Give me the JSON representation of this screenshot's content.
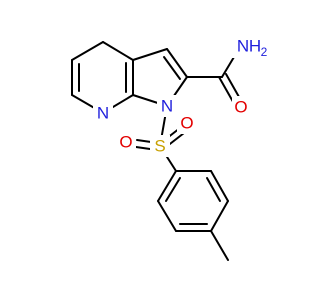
{
  "molecule": {
    "colors": {
      "bond": "#000000",
      "nitrogen": "#1f1fdc",
      "oxygen": "#e30000",
      "sulfur": "#c8a000"
    },
    "atoms": {
      "amide_n": {
        "symbol": "N",
        "hydrogens": "H",
        "subscript": "2"
      },
      "amide_o": {
        "symbol": "O"
      },
      "pyrrole_n": {
        "symbol": "N"
      },
      "pyridine_n": {
        "symbol": "N"
      },
      "sulfur": {
        "symbol": "S"
      },
      "sulfonyl_o_left": {
        "symbol": "O"
      },
      "sulfonyl_o_right": {
        "symbol": "O"
      }
    }
  }
}
